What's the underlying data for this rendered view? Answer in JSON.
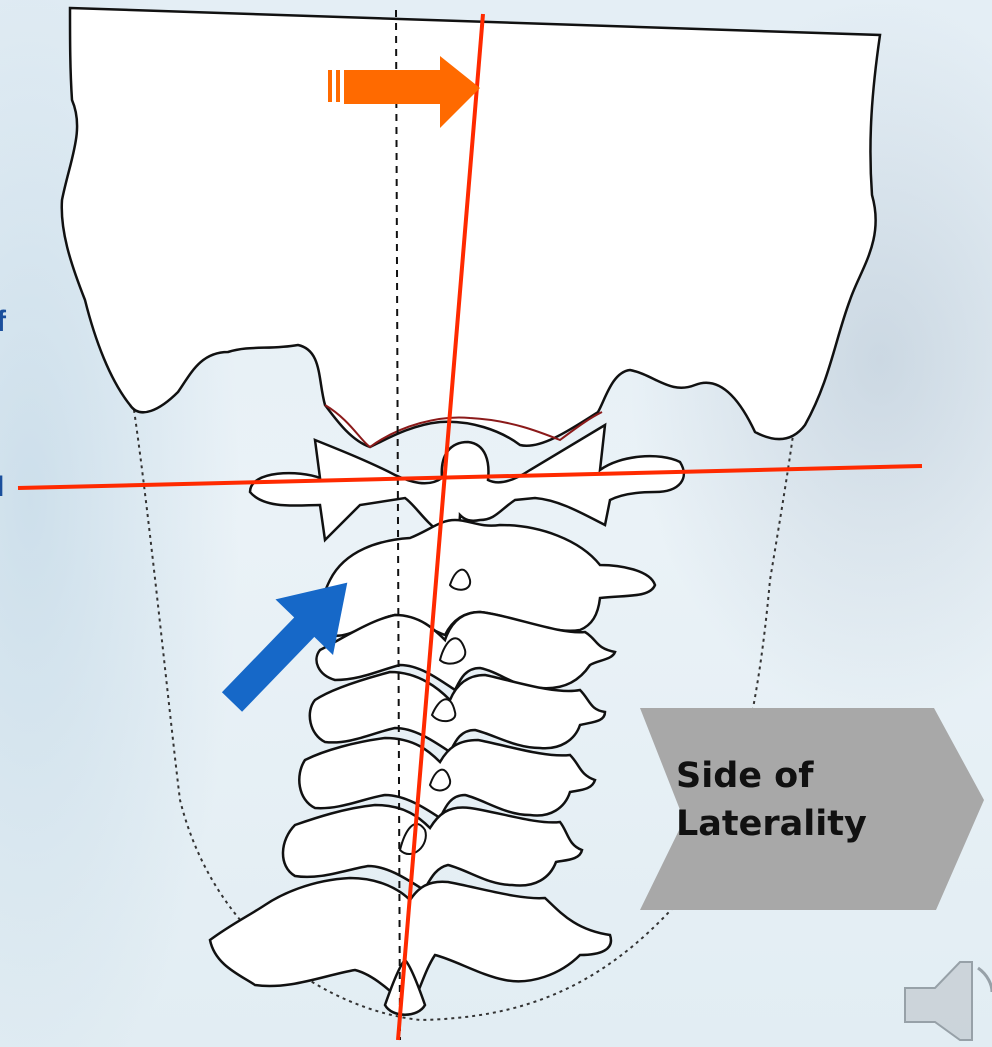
{
  "labels": {
    "edge_top": "f",
    "edge_middle": "I",
    "side_tag_line1": "Side of",
    "side_tag_line2": "Laterality"
  },
  "icons": {
    "top_arrow": "orange-right-arrow-icon",
    "left_arrow": "blue-diagonal-arrow-icon",
    "audio": "speaker-icon"
  },
  "colors": {
    "red_line": "#ff2a00",
    "orange_arrow": "#ff6a00",
    "blue_arrow": "#1668c8",
    "tag_fill": "#a8a8a8",
    "edge_text": "#1b4f9c"
  }
}
